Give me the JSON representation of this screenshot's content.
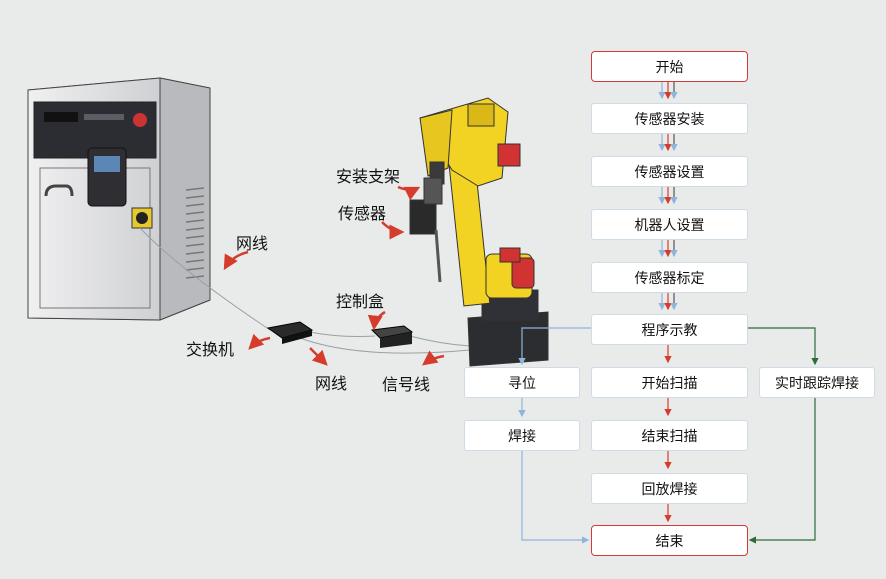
{
  "flowchart": {
    "nodes": {
      "start": "开始",
      "sensor_install": "传感器安装",
      "sensor_setup": "传感器设置",
      "robot_setup": "机器人设置",
      "sensor_calib": "传感器标定",
      "teach": "程序示教",
      "locate": "寻位",
      "weld": "焊接",
      "scan_start": "开始扫描",
      "scan_end": "结束扫描",
      "replay_weld": "回放焊接",
      "realtime_track": "实时跟踪焊接",
      "end": "结束"
    }
  },
  "illustration": {
    "labels": {
      "mount": "安装支架",
      "sensor": "传感器",
      "cable_1": "网线",
      "control_box": "控制盒",
      "switch": "交换机",
      "cable_2": "网线",
      "signal_cable": "信号线"
    }
  },
  "colors": {
    "arrow_red": "#d63c2c",
    "arrow_blue": "#8fb4dc",
    "arrow_green": "#2f6b3a",
    "robot_yellow": "#f2d323",
    "cabinet_grey": "#dcdde0"
  }
}
